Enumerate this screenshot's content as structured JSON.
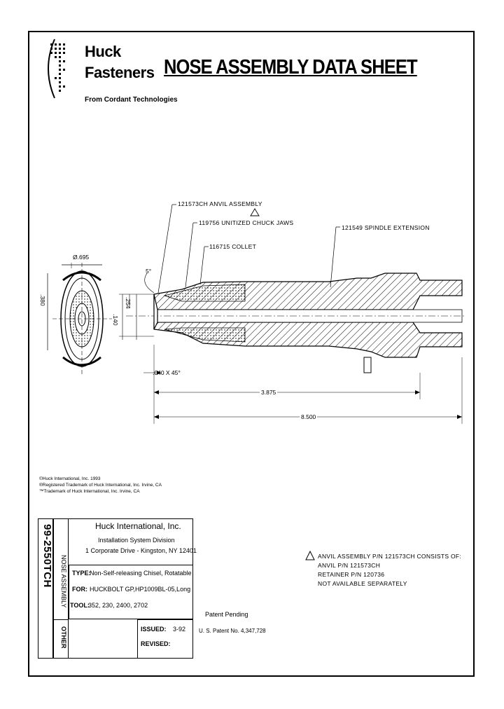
{
  "logo": {
    "line1": "Huck",
    "line2": "Fasteners",
    "subtitle": "From Cordant Technologies"
  },
  "title": "NOSE ASSEMBLY DATA SHEET",
  "callouts": {
    "anvil": "121573CH ANVIL ASSEMBLY",
    "jaws": "119756 UNITIZED CHUCK JAWS",
    "collet": "116715 COLLET",
    "spindle": "121549 SPINDLE EXTENSION"
  },
  "dimensions": {
    "dia_top": "Ø.695",
    "angle": "5°",
    "dia_a": ".380",
    "dia_b": ".254",
    "dia_c": ".140",
    "chamfer": ".040 X 45°",
    "len1": "3.875",
    "len2": "8.500"
  },
  "footnotes": [
    "©Huck International, Inc. 1993",
    "®Registered Trademark of Huck International, Inc. Irvine, CA",
    "™Trademark of Huck International, Inc. Irvine, CA"
  ],
  "titleblock": {
    "code": "99-2550TCH",
    "category": "NOSE ASSEMBLY",
    "other": "OTHER",
    "company": "Huck International, Inc.",
    "division": "Installation System Division",
    "address": "1 Corporate Drive - Kingston, NY 12401",
    "type_label": "TYPE:",
    "type_value": "Non-Self-releasing Chisel, Rotatable",
    "for_label": "FOR:",
    "for_value": "HUCKBOLT GP,HP1009BL-05,Long",
    "tool_label": "TOOL:",
    "tool_value": "352, 230, 2400, 2702",
    "issued_label": "ISSUED:",
    "issued_value": "3-92",
    "revised_label": "REVISED:",
    "revised_value": ""
  },
  "notes": {
    "patent_pending": "Patent Pending",
    "us_patent": "U. S. Patent No. 4,347,728",
    "note_line1": "ANVIL ASSEMBLY P/N 121573CH CONSISTS OF:",
    "note_line2": "ANVIL P/N 121573CH",
    "note_line3": "RETAINER P/N 120736",
    "note_line4": "NOT AVAILABLE SEPARATELY"
  }
}
